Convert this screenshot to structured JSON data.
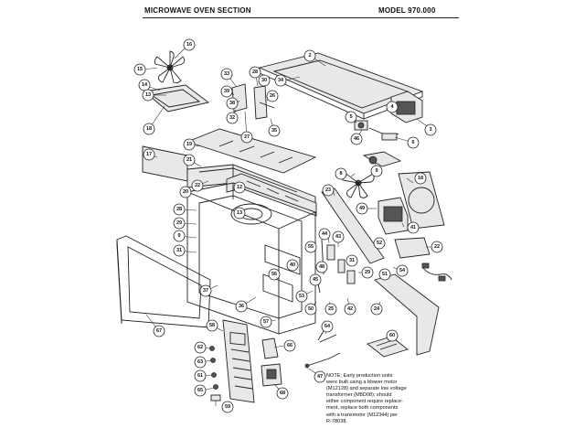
{
  "header": {
    "section_title": "MICROWAVE OVEN SECTION",
    "model": "MODEL 970.000"
  },
  "note": {
    "lines": [
      "NOTE: Early production units",
      "were built using a blower motor",
      "(M12128) and separate low voltage",
      "transformer (M8D08); should",
      "either component require replace-",
      "ment, replace both components",
      "with a transmotor (M12344) per",
      "R-78038."
    ]
  },
  "callouts": {
    "c2": "2",
    "c3": "3",
    "c4": "4",
    "c5": "5",
    "c6": "6",
    "c8": "8",
    "c9": "9",
    "c12": "12",
    "c13": "13",
    "c14": "14",
    "c15": "15",
    "c16": "16",
    "c17": "17",
    "c18": "18",
    "c19": "19",
    "c20": "20",
    "c21": "21",
    "c22": "22",
    "c23": "23",
    "c24": "24",
    "c25": "25",
    "c26": "26",
    "c27": "27",
    "c28": "28",
    "c29": "29",
    "c30": "30",
    "c31": "31",
    "c32": "32",
    "c33": "33",
    "c34": "34",
    "c35": "35",
    "c36": "36",
    "c37": "37",
    "c38": "38",
    "c39": "39",
    "c40": "40",
    "c41": "41",
    "c42": "42",
    "c43": "43",
    "c44": "44",
    "c45": "45",
    "c46": "46",
    "c47": "47",
    "c48": "48",
    "c49": "49",
    "c50": "50",
    "c51": "51",
    "c52": "52",
    "c53": "53",
    "c54": "54",
    "c55": "55",
    "c56": "56",
    "c57": "57",
    "c58": "58",
    "c59": "59",
    "c60": "60",
    "c61": "61",
    "c62": "62",
    "c63": "63",
    "c64": "64",
    "c65": "65",
    "c66": "66",
    "c67": "67",
    "c68": "68"
  }
}
